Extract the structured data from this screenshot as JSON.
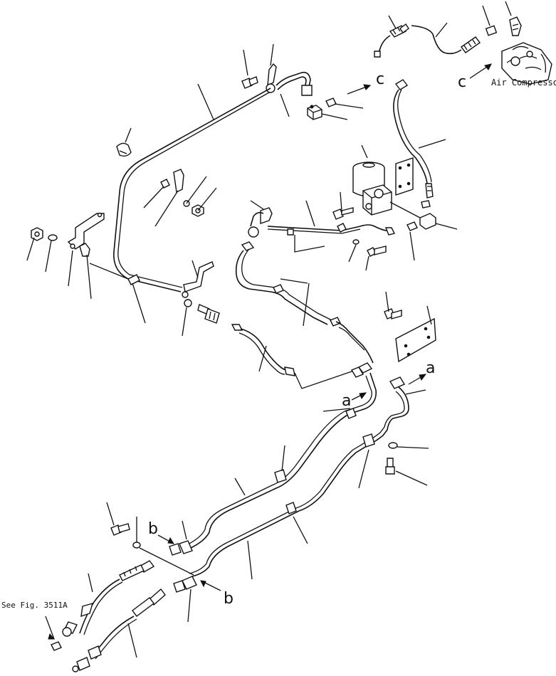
{
  "labels": {
    "air_compressor": "Air Compressor",
    "see_fig": "See Fig. 3511A",
    "ref_a": "a",
    "ref_b": "b",
    "ref_c": "c"
  },
  "colors": {
    "ink": "#111111",
    "background": "#ffffff"
  }
}
